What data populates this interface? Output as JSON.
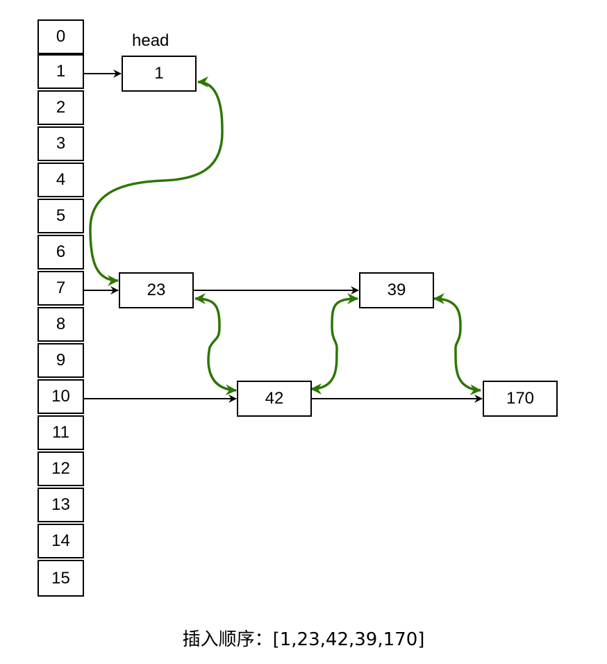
{
  "diagram": {
    "type": "hash-table-with-insertion-order-linked-list",
    "buckets": [
      "0",
      "1",
      "2",
      "3",
      "4",
      "5",
      "6",
      "7",
      "8",
      "9",
      "10",
      "11",
      "12",
      "13",
      "14",
      "15"
    ],
    "head_label": "head",
    "nodes": [
      {
        "id": "n1",
        "value": "1",
        "bucket": "1"
      },
      {
        "id": "n23",
        "value": "23",
        "bucket": "7"
      },
      {
        "id": "n39",
        "value": "39",
        "bucket": "7"
      },
      {
        "id": "n42",
        "value": "42",
        "bucket": "10"
      },
      {
        "id": "n170",
        "value": "170",
        "bucket": "10"
      }
    ],
    "bucket_chain_edges": [
      {
        "from": "bucket-1",
        "to": "1"
      },
      {
        "from": "bucket-7",
        "to": "23"
      },
      {
        "from": "23",
        "to": "39"
      },
      {
        "from": "bucket-10",
        "to": "42"
      },
      {
        "from": "42",
        "to": "170"
      }
    ],
    "insertion_order_edges": [
      {
        "from": "1",
        "to": "23",
        "bidirectional": true
      },
      {
        "from": "23",
        "to": "42",
        "bidirectional": true
      },
      {
        "from": "42",
        "to": "39",
        "bidirectional": true
      },
      {
        "from": "39",
        "to": "170",
        "bidirectional": true
      }
    ],
    "colors": {
      "chain_edge": "#000000",
      "order_edge": "#2d7600"
    },
    "caption": "插入顺序：[1,23,42,39,170]"
  }
}
